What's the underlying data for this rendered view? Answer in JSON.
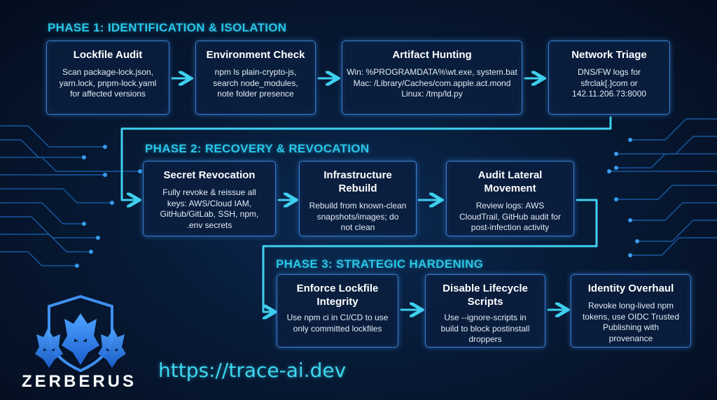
{
  "phases": [
    {
      "title": "PHASE 1: IDENTIFICATION & ISOLATION",
      "steps": [
        {
          "title": "Lockfile Audit",
          "body": "Scan package-lock.json,\nyarn.lock, pnpm-lock.yaml\nfor affected versions"
        },
        {
          "title": "Environment Check",
          "body": "npm ls plain-crypto-js,\nsearch node_modules,\nnote folder presence"
        },
        {
          "title": "Artifact Hunting",
          "body": "Win: %PROGRAMDATA%\\wt.exe, system.bat\nMac: /Library/Caches/com.apple.act.mond\nLinux: /tmp/ld.py"
        },
        {
          "title": "Network Triage",
          "body": "DNS/FW logs for\nsfrclak[.]com or\n142.11.206.73:8000"
        }
      ]
    },
    {
      "title": "PHASE 2: RECOVERY & REVOCATION",
      "steps": [
        {
          "title": "Secret Revocation",
          "body": "Fully revoke & reissue all\nkeys: AWS/Cloud IAM,\nGitHub/GitLab, SSH, npm,\n.env secrets"
        },
        {
          "title": "Infrastructure Rebuild",
          "body": "Rebuild from known-clean\nsnapshots/images; do\nnot clean"
        },
        {
          "title": "Audit Lateral Movement",
          "body": "Review logs: AWS\nCloudTrail, GitHub audit for\npost-infection activity"
        }
      ]
    },
    {
      "title": "PHASE 3: STRATEGIC HARDENING",
      "steps": [
        {
          "title": "Enforce Lockfile\nIntegrity",
          "body": "Use npm ci in CI/CD to use\nonly committed lockfiles"
        },
        {
          "title": "Disable Lifecycle\nScripts",
          "body": "Use --ignore-scripts in\nbuild to block postinstall\ndroppers"
        },
        {
          "title": "Identity Overhaul",
          "body": "Revoke long-lived npm\ntokens, use OIDC Trusted\nPublishing with\nprovenance"
        }
      ]
    }
  ],
  "brand": "ZERBERUS",
  "url": "https://trace-ai.dev",
  "logo_icon": "wolf-head-shield-logo",
  "colors": {
    "accent": "#29c6e8",
    "arrow": "#3fd0f0",
    "card_border": "#3a7fd0",
    "background": "#071a36"
  }
}
